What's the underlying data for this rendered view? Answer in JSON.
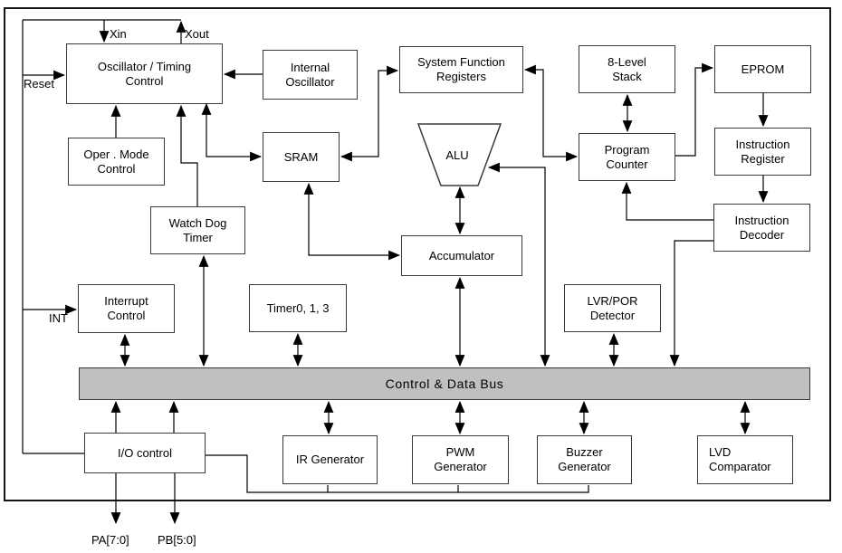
{
  "diagram": {
    "blocks": {
      "oscillator": {
        "label": "Oscillator / Timing\nControl"
      },
      "internal_oscillator": {
        "label": "Internal\nOscillator"
      },
      "system_function_registers": {
        "label": "System Function\nRegisters"
      },
      "stack": {
        "label": "8-Level\nStack"
      },
      "eprom": {
        "label": "EPROM"
      },
      "oper_mode": {
        "label": "Oper . Mode\nControl"
      },
      "sram": {
        "label": "SRAM"
      },
      "alu": {
        "label": "ALU"
      },
      "program_counter": {
        "label": "Program\nCounter"
      },
      "instruction_register": {
        "label": "Instruction\nRegister"
      },
      "watch_dog": {
        "label": "Watch Dog\nTimer"
      },
      "instruction_decoder": {
        "label": "Instruction\nDecoder"
      },
      "accumulator": {
        "label": "Accumulator"
      },
      "interrupt_control": {
        "label": "Interrupt\nControl"
      },
      "timers": {
        "label": "Timer0, 1, 3"
      },
      "lvr_por": {
        "label": "LVR/POR\nDetector"
      },
      "io_control": {
        "label": "I/O control"
      },
      "ir_generator": {
        "label": "IR Generator"
      },
      "pwm_generator": {
        "label": "PWM\nGenerator"
      },
      "buzzer_generator": {
        "label": "Buzzer\nGenerator"
      },
      "lvd_comparator": {
        "label": "LVD\nComparator"
      }
    },
    "bus": {
      "label": "Control & Data Bus",
      "fill": "#c0c0c0"
    },
    "pins": {
      "xin": "Xin",
      "xout": "Xout",
      "reset": "Reset",
      "int": "INT",
      "port_a": "PA[7:0]",
      "port_b": "PB[5:0]"
    },
    "colors": {
      "line": "#000000",
      "background": "#ffffff",
      "bus_fill": "#c0c0c0"
    }
  }
}
